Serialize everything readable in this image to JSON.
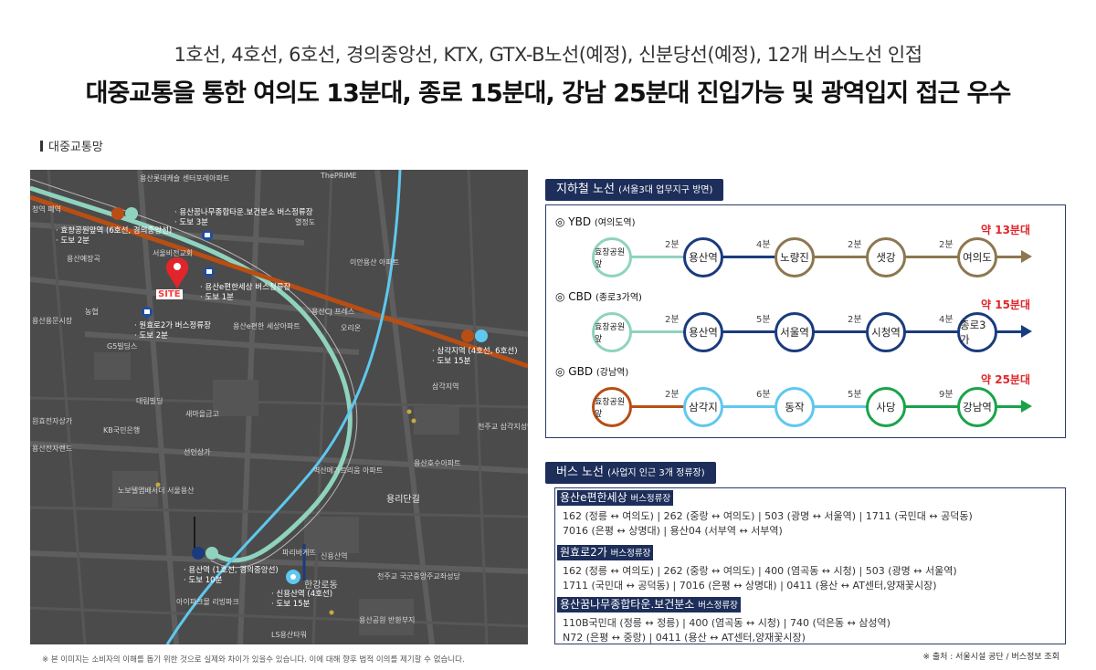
{
  "header": {
    "line1": "1호선, 4호선, 6호선, 경의중앙선, KTX, GTX-B노선(예정), 신분당선(예정), 12개 버스노선 인접",
    "line2": "대중교통을 통한 여의도 13분대, 종로 15분대, 강남 25분대 진입가능 및 광역입지 접근 우수"
  },
  "section_label": "대중교통망",
  "map": {
    "site_label": "SITE",
    "annotations": {
      "hyochang": "효창공원앞역 (6호선, 경의중앙선)",
      "hyochang_walk": "도보 2분",
      "yongsan_ggum_top": "용산꿈나무종합타운.보건분소 버스정류장",
      "yongsan_ggum_top_walk": "도보 3분",
      "yongsan_e": "용산e편한세상 버스정류장",
      "yongsan_e_walk": "도보 1분",
      "wonhyo": "원효로2가 버스정류장",
      "wonhyo_walk": "도보 2분",
      "samgakji": "삼각지역 (4호선, 6호선)",
      "samgakji_walk": "도보 15분",
      "yongsan_station": "용산역 (1호선, 경의중앙선)",
      "yongsan_station_walk": "도보 10분",
      "sinyongsan": "신용산역 (4호선)",
      "sinyongsan_walk": "도보 15분"
    },
    "place_labels": {
      "p1": "용산롯데캐슬 센터포레아파트",
      "p2": "ThePRIME",
      "p3": "청역 폐역",
      "p4": "열정도",
      "p5": "서울비전교회",
      "p6": "용산예장곡",
      "p7": "이안용산 아파트",
      "p8": "용산CJ 프레스",
      "p9": "용산용문시장",
      "p10": "용산e편한 세상아파트",
      "p11": "오리온",
      "p12": "삼각지역",
      "p13": "대림빌딩",
      "p14": "새마을금고",
      "p15": "원효전자상가",
      "p16": "KB국민은행",
      "p17": "용산전자랜드",
      "p18": "선인상가",
      "p19": "노보텔앰배서더 서울용산",
      "p20": "용리단길",
      "p21": "벽산메가트리움 아파트",
      "p22": "천주교 삼각지성당",
      "p23": "용산호수아파트",
      "p24": "파리바게뜨",
      "p25": "신용산역",
      "p26": "천주교 국군중앙주교좌성당",
      "p27": "아이파크몰 리빙파크",
      "p28": "용산공원 반환부지",
      "p29": "LS용산타워",
      "p30": "한강로동",
      "p31": "G5빌딩스",
      "p32": "농협"
    },
    "disclaimer": "※ 본 이미지는 소비자의 이해를 돕기 위한 것으로 실제와 차이가 있을수 있습니다. 이에 대해 향후 법적 이의를 제기할 수 없습니다."
  },
  "subway": {
    "title": "지하철 노선",
    "title_sub": "(서울3대 업무지구 방면)",
    "routes": [
      {
        "name_prefix": "◎ YBD",
        "name_sub": "(여의도역)",
        "time": "약 13분대",
        "color": "#8c7750",
        "stations": [
          "효창공원앞",
          "용산역",
          "노량진",
          "샛강",
          "여의도"
        ],
        "minutes": [
          "2분",
          "4분",
          "2분",
          "2분"
        ]
      },
      {
        "name_prefix": "◎ CBD",
        "name_sub": "(종로3가역)",
        "time": "약 15분대",
        "color": "#1a3b7d",
        "stations": [
          "효창공원앞",
          "용산역",
          "서울역",
          "시청역",
          "종로3가"
        ],
        "minutes": [
          "2분",
          "5분",
          "2분",
          "4분"
        ]
      },
      {
        "name_prefix": "◎ GBD",
        "name_sub": "(강남역)",
        "time": "약 25분대",
        "color": "#b84e14",
        "stations": [
          "효창공원앞",
          "삼각지",
          "동작",
          "사당",
          "강남역"
        ],
        "minutes": [
          "2분",
          "6분",
          "5분",
          "9분"
        ]
      }
    ]
  },
  "bus": {
    "title": "버스 노선",
    "title_sub": "(사업지 인근 3개 정류장)",
    "stops": [
      {
        "name": "용산e편한세상",
        "suffix": "버스정류장",
        "lines": [
          "162 (정릉 ↔ 여의도)  |  262 (중랑 ↔ 여의도)  |  503 (광명 ↔ 서울역)  |  1711 (국민대 ↔ 공덕동)",
          "7016 (은평 ↔ 상명대)  | 용산04 (서부역 ↔ 서부역)"
        ]
      },
      {
        "name": "원효로2가",
        "suffix": "버스정류장",
        "lines": [
          "162 (정릉 ↔ 여의도)  |  262 (중랑 ↔ 여의도)  |  400 (염곡동 ↔ 시청)  |  503 (광명 ↔ 서울역)",
          "1711 (국민대 ↔ 공덕동)  |  7016 (은평 ↔ 상명대)  |  0411 (용산 ↔ AT센터,양재꽃시장)"
        ]
      },
      {
        "name": "용산꿈나무종합타운.보건분소",
        "suffix": "버스정류장",
        "lines": [
          "110B국민대 (정릉 ↔ 정릉)  |  400 (염곡동 ↔ 시청)  |  740 (덕은동 ↔ 삼성역)",
          "N72 (은평 ↔ 중랑)  |  0411 (용산 ↔ AT센터,양재꽃시장)"
        ]
      }
    ],
    "source": "※ 출처 : 서울시설 공단 / 버스정보 조회"
  }
}
